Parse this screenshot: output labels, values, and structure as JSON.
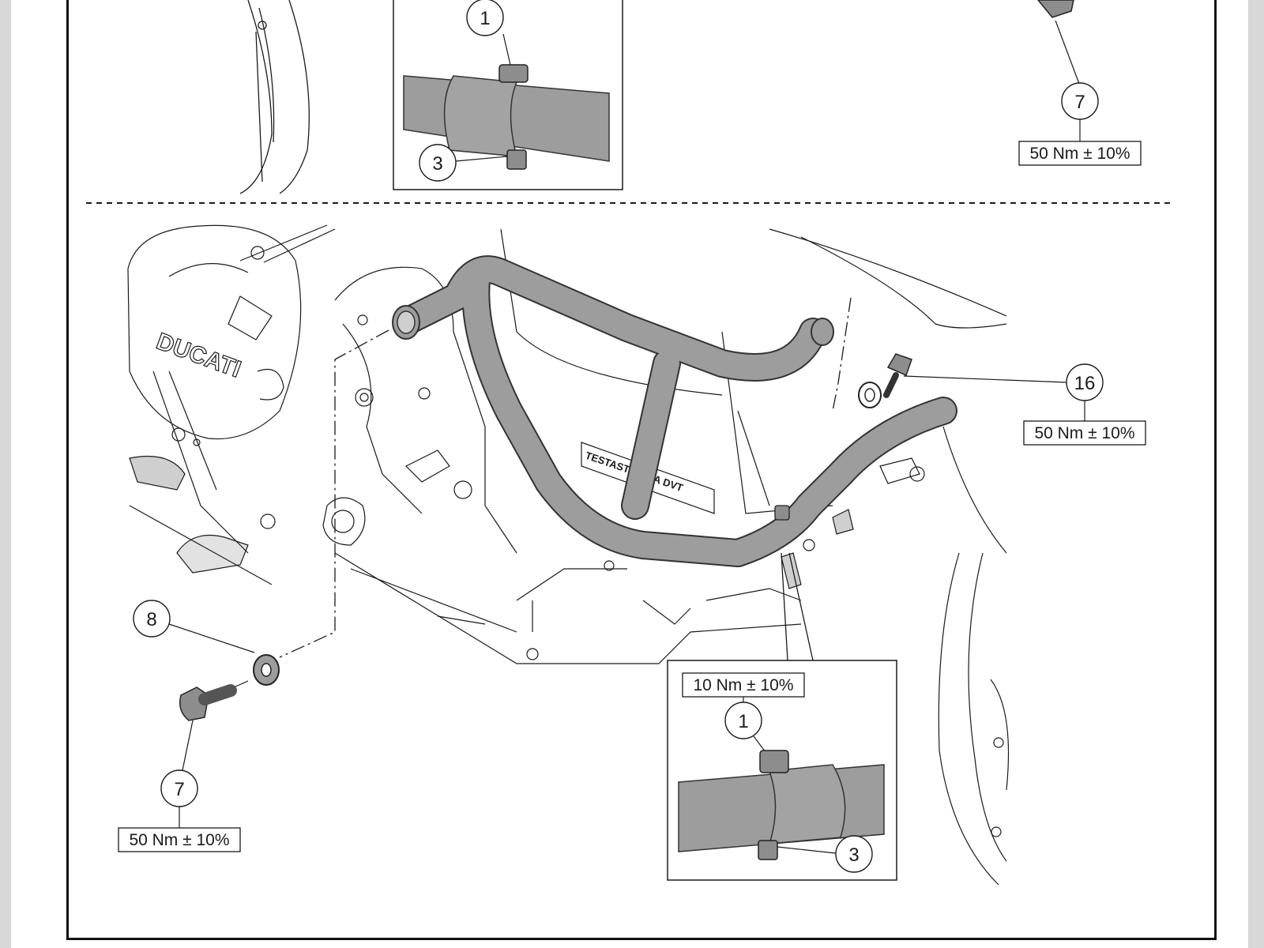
{
  "callouts": {
    "top_inset_part_1": "1",
    "top_inset_part_3": "3",
    "top_right_part_7": "7",
    "main_part_16": "16",
    "main_part_8": "8",
    "main_part_7": "7",
    "bottom_inset_part_1": "1",
    "bottom_inset_part_3": "3"
  },
  "torque": {
    "top_right_part_7": "50 Nm ± 10%",
    "main_part_16": "50 Nm ± 10%",
    "main_part_7": "50 Nm ± 10%",
    "bottom_inset_part_1": "10 Nm ± 10%"
  },
  "engine_branding": {
    "logo_text": "DUCATI",
    "head_text": "TESTASTRETTA DVT"
  },
  "colors": {
    "crash_bar_fill": "#9d9d9d",
    "line_art": "#1a1a1a",
    "page_background": "#ffffff"
  }
}
